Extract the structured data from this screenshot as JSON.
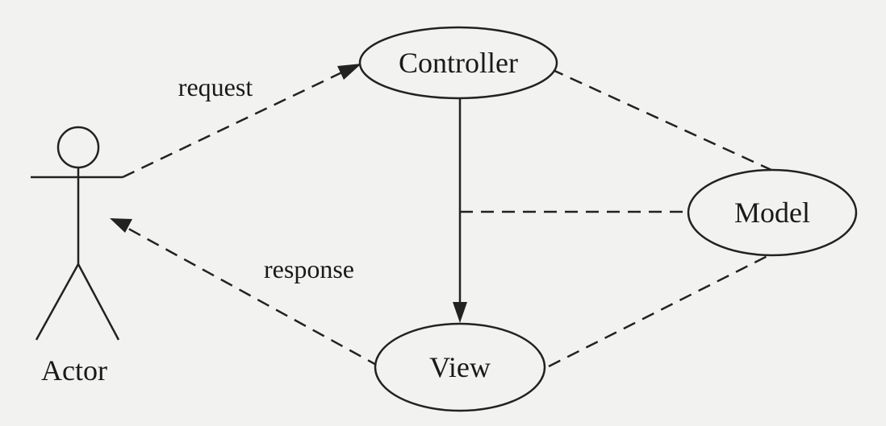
{
  "nodes": {
    "actor": {
      "label": "Actor"
    },
    "controller": {
      "label": "Controller"
    },
    "model": {
      "label": "Model"
    },
    "view": {
      "label": "View"
    }
  },
  "edges": {
    "request": {
      "label": "request",
      "style": "dashed",
      "direction": "actor-to-controller"
    },
    "response": {
      "label": "response",
      "style": "dashed",
      "direction": "view-to-actor"
    },
    "controller_view": {
      "style": "solid",
      "direction": "controller-to-view"
    },
    "controller_model": {
      "style": "dashed"
    },
    "controller_view_model": {
      "style": "dashed"
    },
    "view_model": {
      "style": "dashed"
    }
  }
}
